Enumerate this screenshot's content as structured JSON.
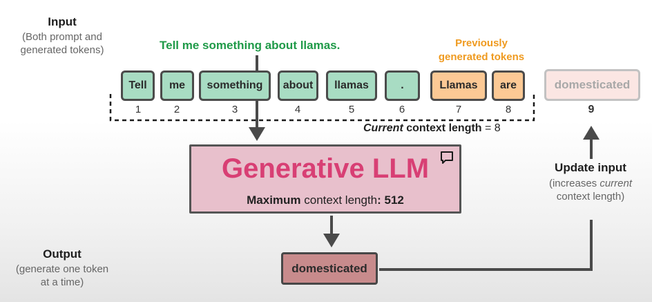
{
  "input_label": {
    "title": "Input",
    "sub1": "(Both prompt and",
    "sub2": "generated tokens)"
  },
  "prompt": "Tell me something about llamas.",
  "previously_label": {
    "line1": "Previously",
    "line2": "generated tokens"
  },
  "tokens": [
    {
      "text": "Tell",
      "index": "1"
    },
    {
      "text": "me",
      "index": "2"
    },
    {
      "text": "something",
      "index": "3"
    },
    {
      "text": "about",
      "index": "4"
    },
    {
      "text": "llamas",
      "index": "5"
    },
    {
      "text": ".",
      "index": "6"
    },
    {
      "text": "Llamas",
      "index": "7"
    },
    {
      "text": "are",
      "index": "8"
    }
  ],
  "next_token": {
    "text": "domesticated",
    "index": "9"
  },
  "context_length": {
    "emph": "Current",
    "rest": " context length",
    "value": " = 8"
  },
  "llm": {
    "title": "Generative LLM",
    "sub_bold1": "Maximum",
    "sub_mid": " context length",
    "sub_bold2": ": 512"
  },
  "update_input": {
    "title": "Update input",
    "sub1_a": "(increases ",
    "sub1_em": "current",
    "sub2": "context length)"
  },
  "output_label": {
    "title": "Output",
    "sub1": "(generate one token",
    "sub2": "at a time)"
  },
  "output_token": "domesticated",
  "colors": {
    "prompt_green": "#1f9a48",
    "previous_orange": "#ef9a1f",
    "llm_pink": "#d83f74",
    "llm_fill": "#e8c0cc",
    "token_green": "#a8dcc3",
    "token_orange": "#fcc995",
    "output_fill": "#c88b8c"
  },
  "icons": {
    "llm_corner": "chat-bubble-icon"
  }
}
